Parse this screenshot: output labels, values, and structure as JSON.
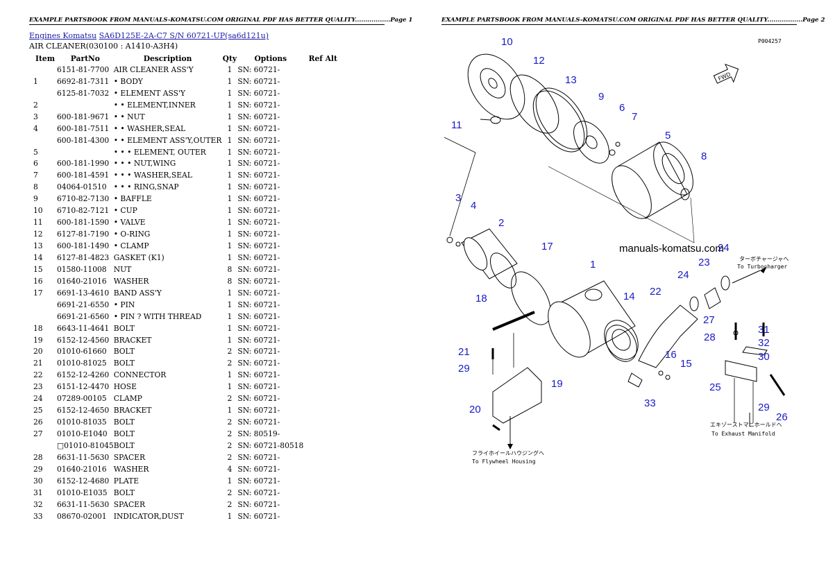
{
  "headers": {
    "left": "EXAMPLE PARTSBOOK FROM MANUALS-KOMATSU.COM ORIGINAL PDF HAS BETTER QUALITY.................Page 1",
    "right": "EXAMPLE PARTSBOOK FROM MANUALS-KOMATSU.COM ORIGINAL PDF HAS BETTER QUALITY.................Page 2"
  },
  "breadcrumb": {
    "link1": "Engines Komatsu",
    "link2": "SA6D125E-2A-C7 S/N  60721-UP(sa6d121u)"
  },
  "section_title": "AIR CLEANER(030100 : A1410-A3H4)",
  "table": {
    "headers": {
      "item": "Item",
      "partno": "PartNo",
      "description": "Description",
      "qty": "Qty",
      "options": "Options",
      "refalt": "Ref Alt"
    },
    "rows": [
      {
        "item": "",
        "partno": "6151-81-7700",
        "desc": "AIR CLEANER ASS'Y",
        "qty": "1",
        "opt": "SN: 60721-"
      },
      {
        "item": "1",
        "partno": "6692-81-7311",
        "desc": "• BODY",
        "qty": "1",
        "opt": "SN: 60721-"
      },
      {
        "item": "",
        "partno": "6125-81-7032",
        "desc": "• ELEMENT ASS'Y",
        "qty": "1",
        "opt": "SN: 60721-"
      },
      {
        "item": "2",
        "partno": "",
        "desc": "• • ELEMENT,INNER",
        "qty": "1",
        "opt": "SN: 60721-"
      },
      {
        "item": "3",
        "partno": "600-181-9671",
        "desc": "• • NUT",
        "qty": "1",
        "opt": "SN: 60721-"
      },
      {
        "item": "4",
        "partno": "600-181-7511",
        "desc": "• • WASHER,SEAL",
        "qty": "1",
        "opt": "SN: 60721-"
      },
      {
        "item": "",
        "partno": "600-181-4300",
        "desc": "• • ELEMENT ASS'Y,OUTER",
        "qty": "1",
        "opt": "SN: 60721-"
      },
      {
        "item": "5",
        "partno": "",
        "desc": "• • • ELEMENT, OUTER",
        "qty": "1",
        "opt": "SN: 60721-"
      },
      {
        "item": "6",
        "partno": "600-181-1990",
        "desc": "• • • NUT,WING",
        "qty": "1",
        "opt": "SN: 60721-"
      },
      {
        "item": "7",
        "partno": "600-181-4591",
        "desc": "• • • WASHER,SEAL",
        "qty": "1",
        "opt": "SN: 60721-"
      },
      {
        "item": "8",
        "partno": "04064-01510",
        "desc": "• • • RING,SNAP",
        "qty": "1",
        "opt": "SN: 60721-"
      },
      {
        "item": "9",
        "partno": "6710-82-7130",
        "desc": "• BAFFLE",
        "qty": "1",
        "opt": "SN: 60721-"
      },
      {
        "item": "10",
        "partno": "6710-82-7121",
        "desc": "• CUP",
        "qty": "1",
        "opt": "SN: 60721-"
      },
      {
        "item": "11",
        "partno": "600-181-1590",
        "desc": "• VALVE",
        "qty": "1",
        "opt": "SN: 60721-"
      },
      {
        "item": "12",
        "partno": "6127-81-7190",
        "desc": "• O-RING",
        "qty": "1",
        "opt": "SN: 60721-"
      },
      {
        "item": "13",
        "partno": "600-181-1490",
        "desc": "• CLAMP",
        "qty": "1",
        "opt": "SN: 60721-"
      },
      {
        "item": "14",
        "partno": "6127-81-4823",
        "desc": "GASKET (K1)",
        "qty": "1",
        "opt": "SN: 60721-"
      },
      {
        "item": "15",
        "partno": "01580-11008",
        "desc": "NUT",
        "qty": "8",
        "opt": "SN: 60721-"
      },
      {
        "item": "16",
        "partno": "01640-21016",
        "desc": "WASHER",
        "qty": "8",
        "opt": "SN: 60721-"
      },
      {
        "item": "17",
        "partno": "6691-13-4610",
        "desc": "BAND ASS'Y",
        "qty": "1",
        "opt": "SN: 60721-"
      },
      {
        "item": "",
        "partno": "6691-21-6550",
        "desc": "• PIN",
        "qty": "1",
        "opt": "SN: 60721-"
      },
      {
        "item": "",
        "partno": "6691-21-6560",
        "desc": "• PIN ? WITH THREAD",
        "qty": "1",
        "opt": "SN: 60721-"
      },
      {
        "item": "18",
        "partno": "6643-11-4641",
        "desc": "BOLT",
        "qty": "1",
        "opt": "SN: 60721-"
      },
      {
        "item": "19",
        "partno": "6152-12-4560",
        "desc": "BRACKET",
        "qty": "1",
        "opt": "SN: 60721-"
      },
      {
        "item": "20",
        "partno": "01010-61660",
        "desc": "BOLT",
        "qty": "2",
        "opt": "SN: 60721-"
      },
      {
        "item": "21",
        "partno": "01010-81025",
        "desc": "BOLT",
        "qty": "2",
        "opt": "SN: 60721-"
      },
      {
        "item": "22",
        "partno": "6152-12-4260",
        "desc": "CONNECTOR",
        "qty": "1",
        "opt": "SN: 60721-"
      },
      {
        "item": "23",
        "partno": "6151-12-4470",
        "desc": "HOSE",
        "qty": "1",
        "opt": "SN: 60721-"
      },
      {
        "item": "24",
        "partno": "07289-00105",
        "desc": "CLAMP",
        "qty": "2",
        "opt": "SN: 60721-"
      },
      {
        "item": "25",
        "partno": "6152-12-4650",
        "desc": "BRACKET",
        "qty": "1",
        "opt": "SN: 60721-"
      },
      {
        "item": "26",
        "partno": "01010-81035",
        "desc": "BOLT",
        "qty": "2",
        "opt": "SN: 60721-"
      },
      {
        "item": "27",
        "partno": "01010-E1040",
        "desc": "BOLT",
        "qty": "2",
        "opt": "SN: 80519-"
      },
      {
        "item": "",
        "partno": "01010-81045",
        "desc": "BOLT",
        "qty": "2",
        "opt": "SN: 60721-80518",
        "marker": "□"
      },
      {
        "item": "28",
        "partno": "6631-11-5630",
        "desc": "SPACER",
        "qty": "2",
        "opt": "SN: 60721-"
      },
      {
        "item": "29",
        "partno": "01640-21016",
        "desc": "WASHER",
        "qty": "4",
        "opt": "SN: 60721-"
      },
      {
        "item": "30",
        "partno": "6152-12-4680",
        "desc": "PLATE",
        "qty": "1",
        "opt": "SN: 60721-"
      },
      {
        "item": "31",
        "partno": "01010-E1035",
        "desc": "BOLT",
        "qty": "2",
        "opt": "SN: 60721-"
      },
      {
        "item": "32",
        "partno": "6631-11-5630",
        "desc": "SPACER",
        "qty": "2",
        "opt": "SN: 60721-"
      },
      {
        "item": "33",
        "partno": "08670-02001",
        "desc": "INDICATOR,DUST",
        "qty": "1",
        "opt": "SN: 60721-"
      }
    ]
  },
  "diagram": {
    "figure_code": "P004257",
    "watermark": "manuals-komatsu.com",
    "fwd_label": "FWD",
    "turbo_jp": "ターボチャージャへ",
    "turbo_en": "To Turbocharger",
    "exhaust_jp": "エキゾーストマニホールドへ",
    "exhaust_en": "To Exhaust Manifold",
    "flywheel_jp": "フライホイールハウジングへ",
    "flywheel_en": "To Flywheel Housing",
    "callout_color": "#1818c8"
  }
}
